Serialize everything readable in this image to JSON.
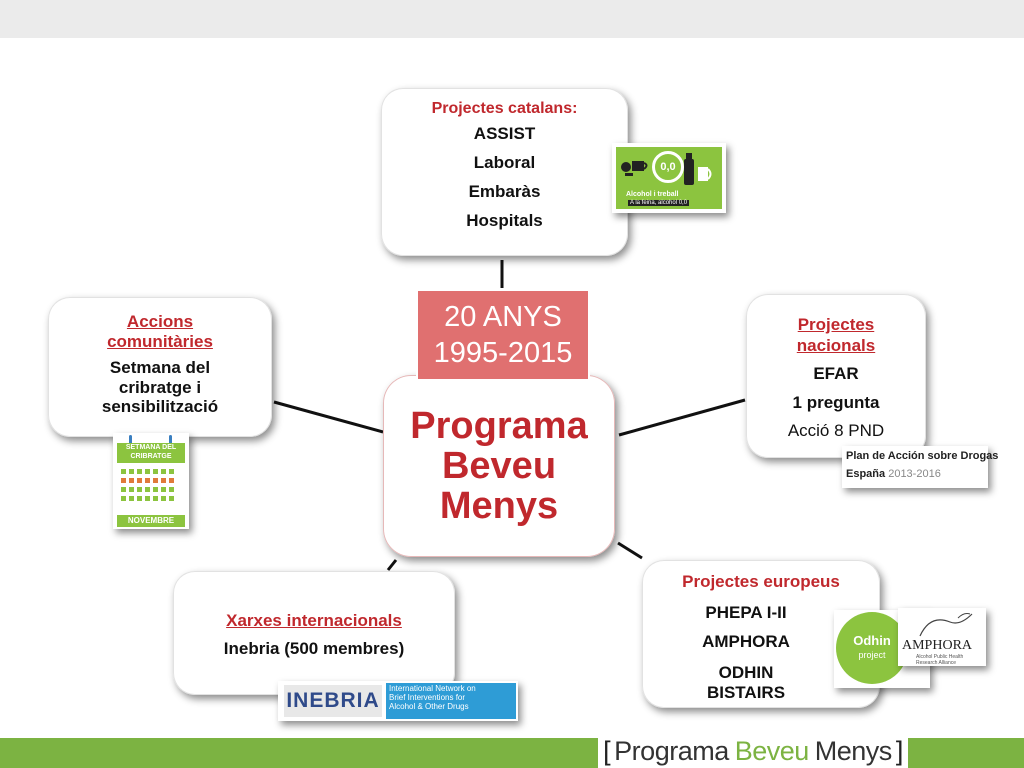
{
  "central": {
    "line1": "Programa",
    "line2": "Beveu",
    "line3": "Menys"
  },
  "years": {
    "label": "20 ANYS",
    "range": "1995-2015"
  },
  "nodes": {
    "catalan": {
      "heading": "Projectes catalans:",
      "items": [
        "ASSIST",
        "Laboral",
        "Embaràs",
        "Hospitals"
      ]
    },
    "national": {
      "heading": "Projectes nacionals",
      "items": [
        "EFAR",
        "1 pregunta",
        "Acció 8 PND"
      ]
    },
    "european": {
      "heading": "Projectes europeus",
      "items": [
        "PHEPA I-II",
        "AMPHORA",
        "ODHIN",
        "BISTAIRS"
      ]
    },
    "international": {
      "heading": "Xarxes internacionals",
      "items": [
        "Inebria (500 membres)"
      ]
    },
    "community": {
      "heading": "Accions comunitàries",
      "items": [
        "Setmana del",
        "cribratge i",
        "sensibilització"
      ]
    }
  },
  "logos": {
    "alcohol": {
      "zero": "0,0",
      "caption1": "Alcohol i treball",
      "caption2": "A la feina, alcohol 0,0"
    },
    "plan": {
      "line1": "Plan de Acción sobre Drogas",
      "line2": "España",
      "years": "2013-2016"
    },
    "setmana": {
      "top": "SETMANA DEL CRIBRATGE",
      "bottom": "NOVEMBRE"
    },
    "inebria": {
      "name": "INEBRIA",
      "desc": [
        "International Network on",
        "Brief Interventions for",
        "Alcohol & Other Drugs"
      ]
    },
    "odhin": {
      "name": "Odhin",
      "sub": "project"
    },
    "amphora": {
      "name": "AMPHORA",
      "sub": "Alcohol Public Health Research Alliance"
    }
  },
  "footer": {
    "open": "[",
    "programa": "Programa",
    "beveu": "Beveu",
    "menys": "Menys",
    "close": "]"
  },
  "colors": {
    "heading": "#c0282d",
    "green": "#7cb342",
    "years_bg": "#e07070",
    "inebria_blue": "#2e9cd6"
  }
}
